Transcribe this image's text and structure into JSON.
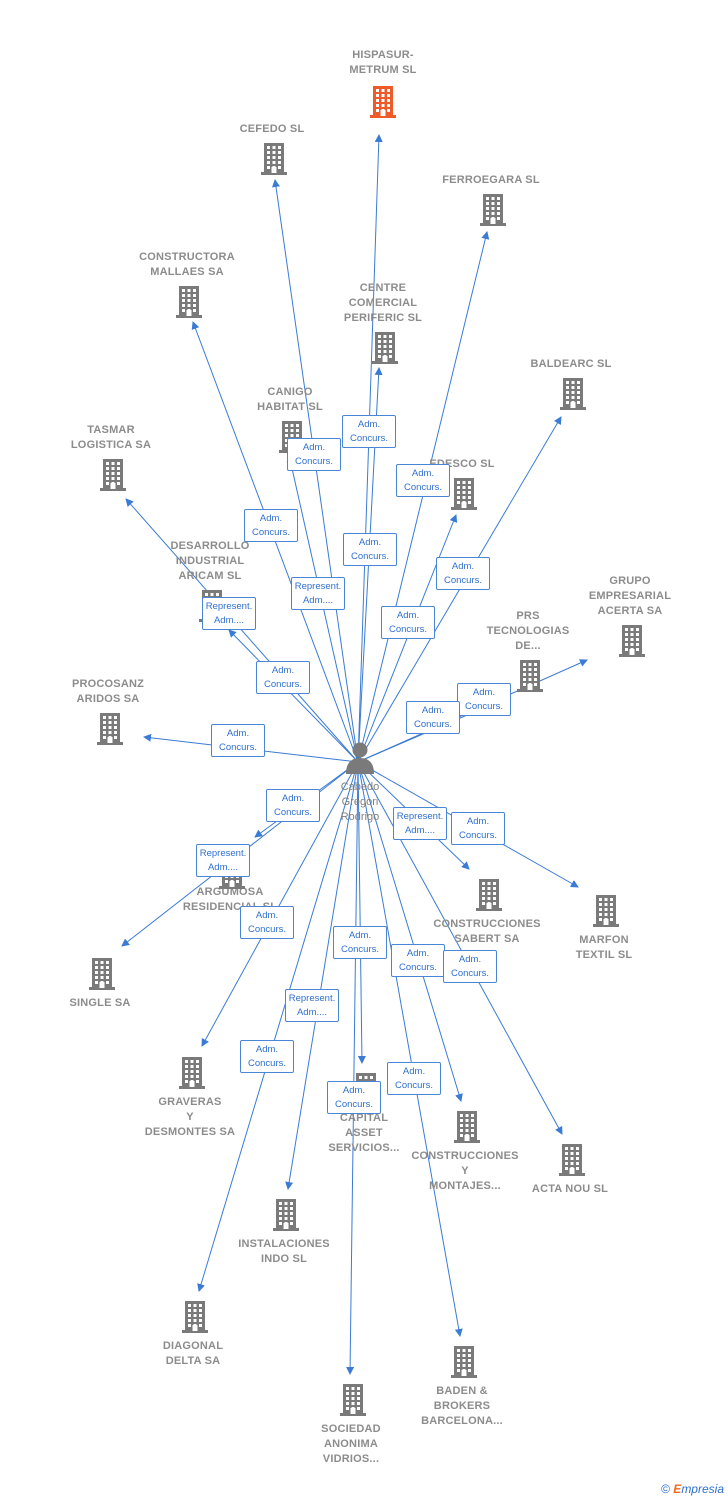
{
  "center": {
    "name": "Cabedo\nGregori\nRodrigo",
    "icon": "person-icon"
  },
  "colors": {
    "edge": "#3a7bd5",
    "building": "#7a7a7a",
    "highlight": "#f05a28",
    "label": "#8c8c8c"
  },
  "companies": [
    {
      "id": "hispasur",
      "label": "HISPASUR-\nMETRUM SL",
      "highlight": true
    },
    {
      "id": "cefedo",
      "label": "CEFEDO SL"
    },
    {
      "id": "ferroegara",
      "label": "FERROEGARA SL"
    },
    {
      "id": "mallaes",
      "label": "CONSTRUCTORA\nMALLAES SA"
    },
    {
      "id": "periferic",
      "label": "CENTRE\nCOMERCIAL\nPERIFERIC SL"
    },
    {
      "id": "baldearc",
      "label": "BALDEARC SL"
    },
    {
      "id": "canigo",
      "label": "CANIGO\nHABITAT SL"
    },
    {
      "id": "tasmar",
      "label": "TASMAR\nLOGISTICA SA"
    },
    {
      "id": "edesco",
      "label": "EDESCO SL"
    },
    {
      "id": "aricam",
      "label": "DESARROLLO\nINDUSTRIAL\nARICAM SL"
    },
    {
      "id": "acerta",
      "label": "GRUPO\nEMPRESARIAL\nACERTA SA"
    },
    {
      "id": "prs",
      "label": "PRS\nTECNOLOGIAS\nDE..."
    },
    {
      "id": "procosanz",
      "label": "PROCOSANZ\nARIDOS SA"
    },
    {
      "id": "argumosa",
      "label": "ARGUMOSA\nRESIDENCIAL SL"
    },
    {
      "id": "sabert",
      "label": "CONSTRUCCIONES\nSABERT SA"
    },
    {
      "id": "marfon",
      "label": "MARFON\nTEXTIL SL"
    },
    {
      "id": "single",
      "label": "SINGLE SA"
    },
    {
      "id": "graveras",
      "label": "GRAVERAS\nY\nDESMONTES SA"
    },
    {
      "id": "capital",
      "label": "CAPITAL\nASSET\nSERVICIOS..."
    },
    {
      "id": "montajes",
      "label": "CONSTRUCCIONES\nY\nMONTAJES..."
    },
    {
      "id": "actanou",
      "label": "ACTA NOU SL"
    },
    {
      "id": "indo",
      "label": "INSTALACIONES\nINDO SL"
    },
    {
      "id": "diagonal",
      "label": "DIAGONAL\nDELTA SA"
    },
    {
      "id": "baden",
      "label": "BADEN &\nBROKERS\nBARCELONA..."
    },
    {
      "id": "vidrios",
      "label": "SOCIEDAD\nANONIMA\nVIDRIOS..."
    }
  ],
  "edge_labels": [
    {
      "id": "e1",
      "text": "Adm.\nConcurs."
    },
    {
      "id": "e2",
      "text": "Adm.\nConcurs."
    },
    {
      "id": "e3",
      "text": "Adm.\nConcurs."
    },
    {
      "id": "e4",
      "text": "Adm.\nConcurs."
    },
    {
      "id": "e5",
      "text": "Adm.\nConcurs."
    },
    {
      "id": "e6",
      "text": "Adm.\nConcurs."
    },
    {
      "id": "e7",
      "text": "Represent.\nAdm...."
    },
    {
      "id": "e8",
      "text": "Represent.\nAdm...."
    },
    {
      "id": "e9",
      "text": "Adm.\nConcurs."
    },
    {
      "id": "e10",
      "text": "Adm.\nConcurs."
    },
    {
      "id": "e11",
      "text": "Adm.\nConcurs."
    },
    {
      "id": "e12",
      "text": "Adm.\nConcurs."
    },
    {
      "id": "e13",
      "text": "Adm.\nConcurs."
    },
    {
      "id": "e14",
      "text": "Adm.\nConcurs."
    },
    {
      "id": "e15",
      "text": "Adm.\nConcurs."
    },
    {
      "id": "e16",
      "text": "Represent.\nAdm...."
    },
    {
      "id": "e17",
      "text": "Represent.\nAdm...."
    },
    {
      "id": "e18",
      "text": "Adm.\nConcurs."
    },
    {
      "id": "e19",
      "text": "Adm.\nConcurs."
    },
    {
      "id": "e20",
      "text": "Adm.\nConcurs."
    },
    {
      "id": "e21",
      "text": "Adm.\nConcurs."
    },
    {
      "id": "e22",
      "text": "Represent.\nAdm...."
    },
    {
      "id": "e23",
      "text": "Adm.\nConcurs."
    },
    {
      "id": "e24",
      "text": "Adm.\nConcurs."
    },
    {
      "id": "e25",
      "text": "Adm.\nConcurs."
    }
  ],
  "footer": {
    "copyright": "©",
    "brand_e": "E",
    "brand_rest": "mpresia"
  }
}
